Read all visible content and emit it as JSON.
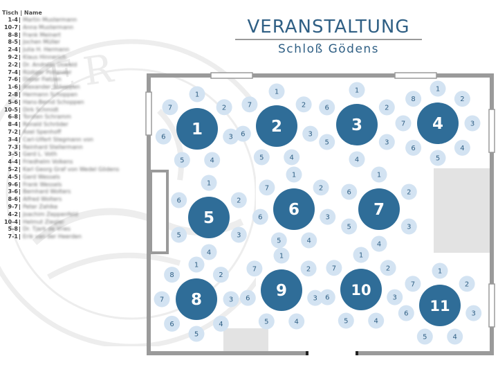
{
  "guest_list": {
    "header": {
      "table": "Tisch",
      "sep": "|",
      "name": "Name"
    },
    "rows": [
      {
        "table": "1-4",
        "name": "Martin Mustermann"
      },
      {
        "table": "10-7",
        "name": "Anna Mustermann"
      },
      {
        "table": "8-8",
        "name": "Frank Meinert"
      },
      {
        "table": "8-5",
        "name": "Jochen Müller"
      },
      {
        "table": "2-4",
        "name": "Julia H. Hermann"
      },
      {
        "table": "9-2",
        "name": "Klaus Hinnerich"
      },
      {
        "table": "2-2",
        "name": "Dr. Andreas Oswald"
      },
      {
        "table": "7-4",
        "name": "Rüdiger Pollander"
      },
      {
        "table": "7-6",
        "name": "Dieter Fietzen"
      },
      {
        "table": "1-6",
        "name": "Alexander Schoppen"
      },
      {
        "table": "2-8",
        "name": "Hermann Schoppen"
      },
      {
        "table": "5-6",
        "name": "Hans-Bernd Schoppen"
      },
      {
        "table": "10-5",
        "name": "Dirk Schmidt"
      },
      {
        "table": "6-8",
        "name": "Torsten Schramm"
      },
      {
        "table": "8-4",
        "name": "Ronald Schröder"
      },
      {
        "table": "7-2",
        "name": "Axel Spenhoff"
      },
      {
        "table": "3-4",
        "name": "Carl-Ulfert Stegmann von"
      },
      {
        "table": "7-3",
        "name": "Reinhard Stellermann"
      },
      {
        "table": "3-5",
        "name": "Gerd L. Voth"
      },
      {
        "table": "4-4",
        "name": "Friedhelm Volkens"
      },
      {
        "table": "5-2",
        "name": "Karl Georg Graf von Wedel Gödens"
      },
      {
        "table": "4-5",
        "name": "Gerd Wessels"
      },
      {
        "table": "9-6",
        "name": "Frank Wessels"
      },
      {
        "table": "3-6",
        "name": "Bernhard Wolters"
      },
      {
        "table": "8-6",
        "name": "Alfred Wolters"
      },
      {
        "table": "9-7",
        "name": "Peter Zahlke"
      },
      {
        "table": "4-2",
        "name": "Joachim Zeppenfeld"
      },
      {
        "table": "10-4",
        "name": "Helmut Ziegler"
      },
      {
        "table": "5-8",
        "name": "Dr. Tjark de Vries"
      },
      {
        "table": "7-1",
        "name": "Erik van der Heerden"
      }
    ]
  },
  "event": {
    "title": "VERANSTALTUNG",
    "subtitle": "Schloß Gödens"
  },
  "watermark": {
    "text": "ER"
  },
  "colors": {
    "table_fill": "#2f6d98",
    "seat_fill": "#d3e3f2",
    "seat_text": "#2f5f84",
    "wall": "#9a9a9a",
    "title": "#2f5f84",
    "zone": "#e3e3e3"
  },
  "tables": [
    {
      "label": "1",
      "seats": [
        "1",
        "2",
        "3",
        "4",
        "5",
        "6",
        "7"
      ]
    },
    {
      "label": "2",
      "seats": [
        "1",
        "2",
        "3",
        "4",
        "5",
        "6",
        "7"
      ]
    },
    {
      "label": "3",
      "seats": [
        "1",
        "2",
        "3",
        "4",
        "5",
        "6"
      ]
    },
    {
      "label": "4",
      "seats": [
        "1",
        "2",
        "3",
        "4",
        "5",
        "6",
        "7",
        "8"
      ]
    },
    {
      "label": "5",
      "seats": [
        "1",
        "2",
        "3",
        "4",
        "5",
        "6"
      ]
    },
    {
      "label": "6",
      "seats": [
        "1",
        "2",
        "3",
        "4",
        "5",
        "6",
        "7"
      ]
    },
    {
      "label": "7",
      "seats": [
        "1",
        "2",
        "3",
        "4",
        "5",
        "6"
      ]
    },
    {
      "label": "8",
      "seats": [
        "1",
        "2",
        "3",
        "4",
        "5",
        "6",
        "7",
        "8"
      ]
    },
    {
      "label": "9",
      "seats": [
        "1",
        "2",
        "3",
        "4",
        "5",
        "6",
        "7"
      ]
    },
    {
      "label": "10",
      "seats": [
        "1",
        "2",
        "3",
        "4",
        "5",
        "6",
        "7"
      ]
    },
    {
      "label": "11",
      "seats": [
        "1",
        "2",
        "3",
        "4",
        "5",
        "6",
        "7"
      ]
    }
  ]
}
